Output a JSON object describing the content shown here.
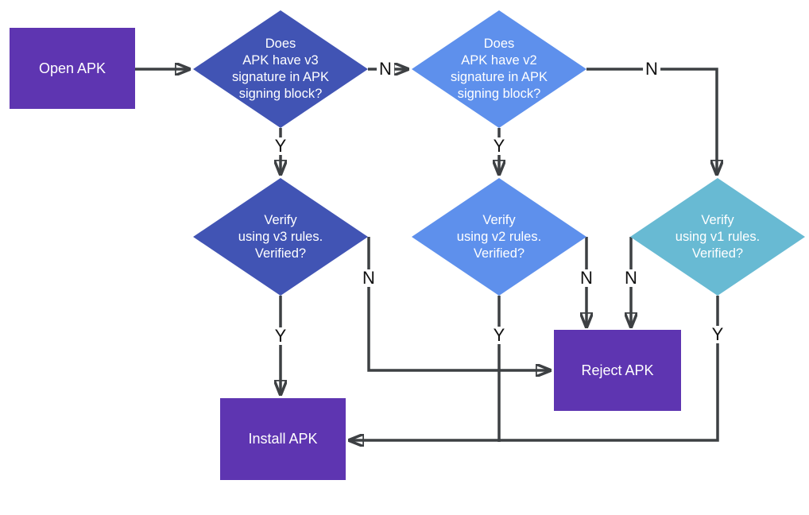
{
  "diagram": {
    "type": "flowchart",
    "subject": "APK signature verification flow"
  },
  "colors": {
    "background": "#ffffff",
    "box_purple": "#5e35b1",
    "diamond_v3": "#4154b4",
    "diamond_v2": "#5e90ec",
    "diamond_v1": "#68bad3",
    "arrow": "#3d4043",
    "shape_text": "#ffffff",
    "label_text": "#111111"
  },
  "nodes": {
    "open_apk": {
      "label": "Open APK",
      "shape": "rectangle"
    },
    "has_v3": {
      "label": "Does\nAPK have v3\nsignature in APK\nsigning block?",
      "shape": "diamond"
    },
    "has_v2": {
      "label": "Does\nAPK have v2\nsignature in APK\nsigning block?",
      "shape": "diamond"
    },
    "verify_v3": {
      "label": "Verify\nusing v3 rules.\nVerified?",
      "shape": "diamond"
    },
    "verify_v2": {
      "label": "Verify\nusing v2 rules.\nVerified?",
      "shape": "diamond"
    },
    "verify_v1": {
      "label": "Verify\nusing v1 rules.\nVerified?",
      "shape": "diamond"
    },
    "reject_apk": {
      "label": "Reject APK",
      "shape": "rectangle"
    },
    "install_apk": {
      "label": "Install APK",
      "shape": "rectangle"
    }
  },
  "edges": [
    {
      "from": "open_apk",
      "to": "has_v3",
      "label": ""
    },
    {
      "from": "has_v3",
      "to": "has_v2",
      "label": "N"
    },
    {
      "from": "has_v3",
      "to": "verify_v3",
      "label": "Y"
    },
    {
      "from": "has_v2",
      "to": "verify_v2",
      "label": "Y"
    },
    {
      "from": "has_v2",
      "to": "verify_v1",
      "label": "N"
    },
    {
      "from": "verify_v3",
      "to": "install_apk",
      "label": "Y"
    },
    {
      "from": "verify_v3",
      "to": "reject_apk",
      "label": "N"
    },
    {
      "from": "verify_v2",
      "to": "install_apk",
      "label": "Y"
    },
    {
      "from": "verify_v2",
      "to": "reject_apk",
      "label": "N"
    },
    {
      "from": "verify_v1",
      "to": "reject_apk",
      "label": "N"
    },
    {
      "from": "verify_v1",
      "to": "install_apk",
      "label": "Y"
    }
  ]
}
